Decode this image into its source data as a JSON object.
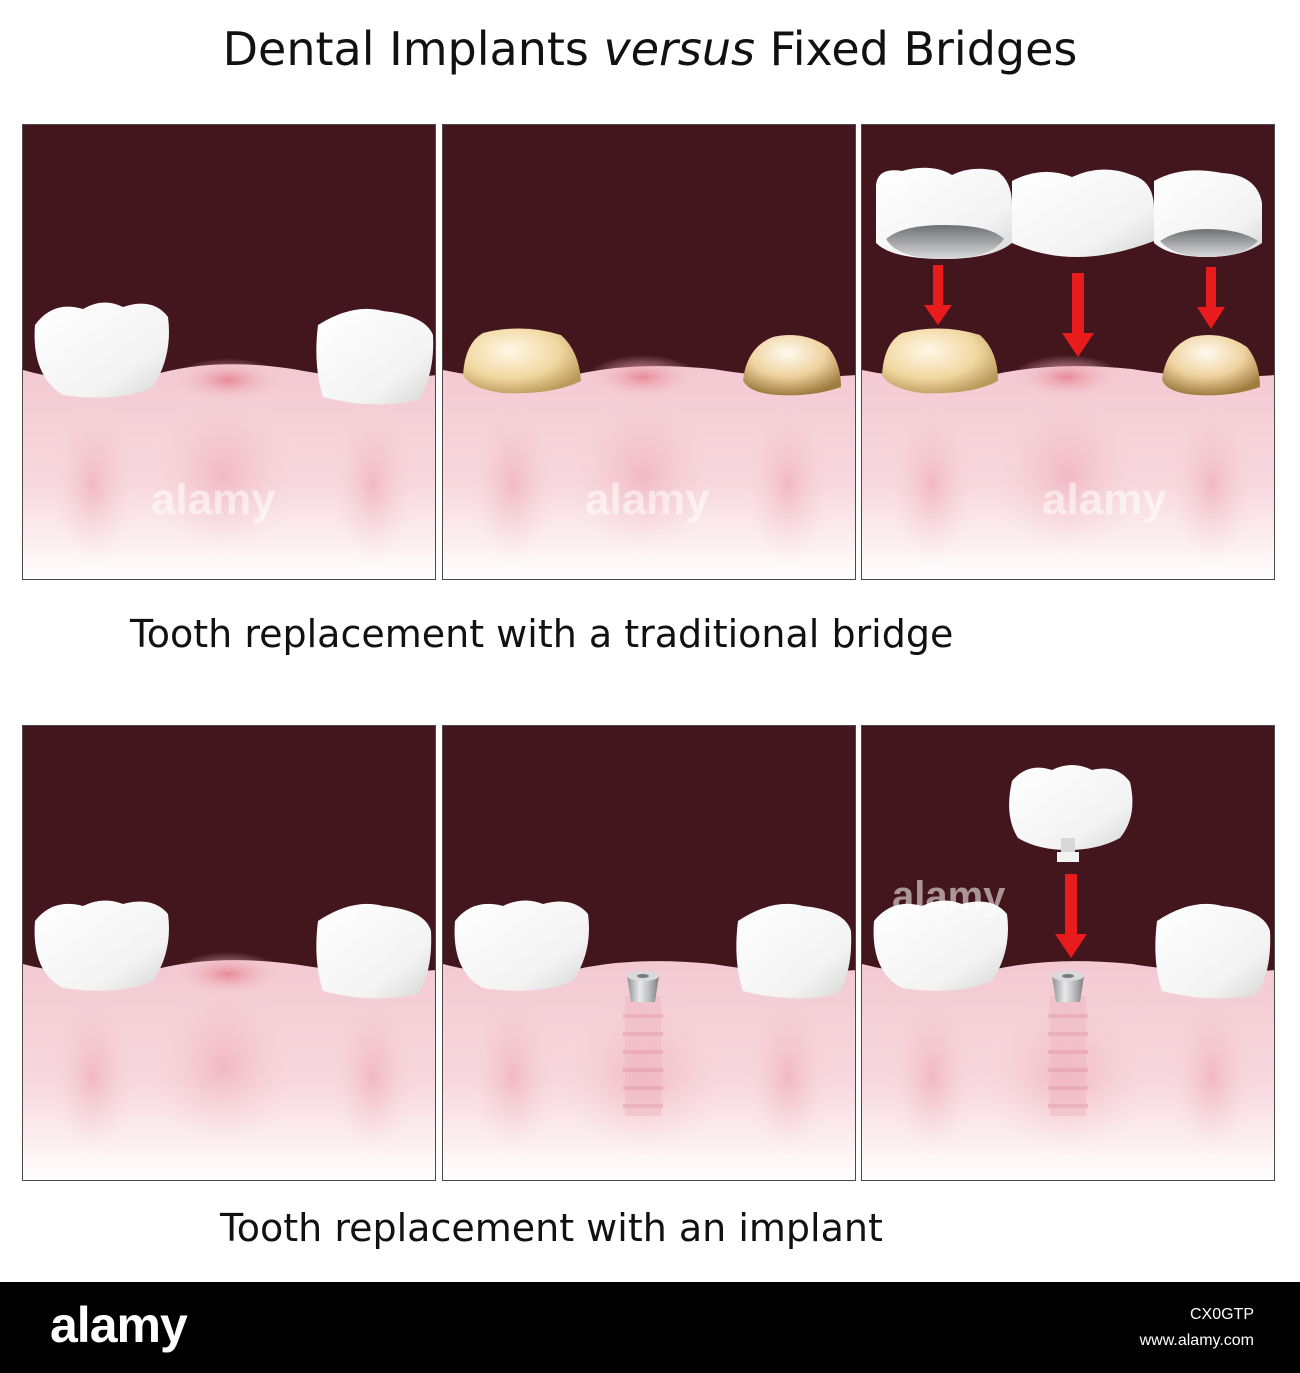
{
  "title": {
    "part1": "Dental Implants ",
    "part2": "versus",
    "part3": " Fixed Bridges"
  },
  "captions": {
    "bridge": "Tooth replacement with a traditional bridge",
    "implant": "Tooth replacement with an implant"
  },
  "colors": {
    "background_dark": "#43151d",
    "gum": "#f5d2d9",
    "tooth": "#ffffff",
    "prepared_tooth": "#f1d7a0",
    "arrow": "#e81c1c",
    "metal": "#a9abae"
  },
  "watermark": {
    "text": "alamy"
  },
  "footer": {
    "logo": "alamy",
    "image_id": "CX0GTP",
    "url": "www.alamy.com"
  }
}
